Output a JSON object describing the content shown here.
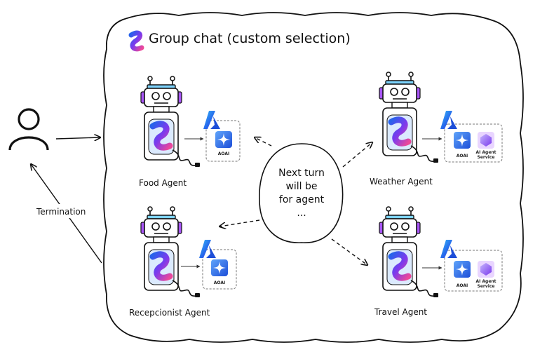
{
  "title": "Group chat (custom selection)",
  "center_bubble": {
    "lines": [
      "Next turn",
      "will be",
      "for agent",
      "..."
    ]
  },
  "termination_label": "Termination",
  "agents": [
    {
      "name": "Food Agent",
      "services": [
        "AOAI"
      ]
    },
    {
      "name": "Weather Agent",
      "services": [
        "AOAI",
        "AI Agent Service"
      ]
    },
    {
      "name": "Recepcionist Agent",
      "services": [
        "AOAI"
      ]
    },
    {
      "name": "Travel Agent",
      "services": [
        "AOAI",
        "AI Agent Service"
      ]
    }
  ],
  "service_labels": {
    "aoai": "AOAI",
    "ai_agent_1": "AI Agent",
    "ai_agent_2": "Service"
  },
  "colors": {
    "azure_blue": "#1e90ff",
    "robot_accent": "#a855f7",
    "robot_head_top": "#7dd3fc",
    "agent_service": "#8b5cf6"
  }
}
